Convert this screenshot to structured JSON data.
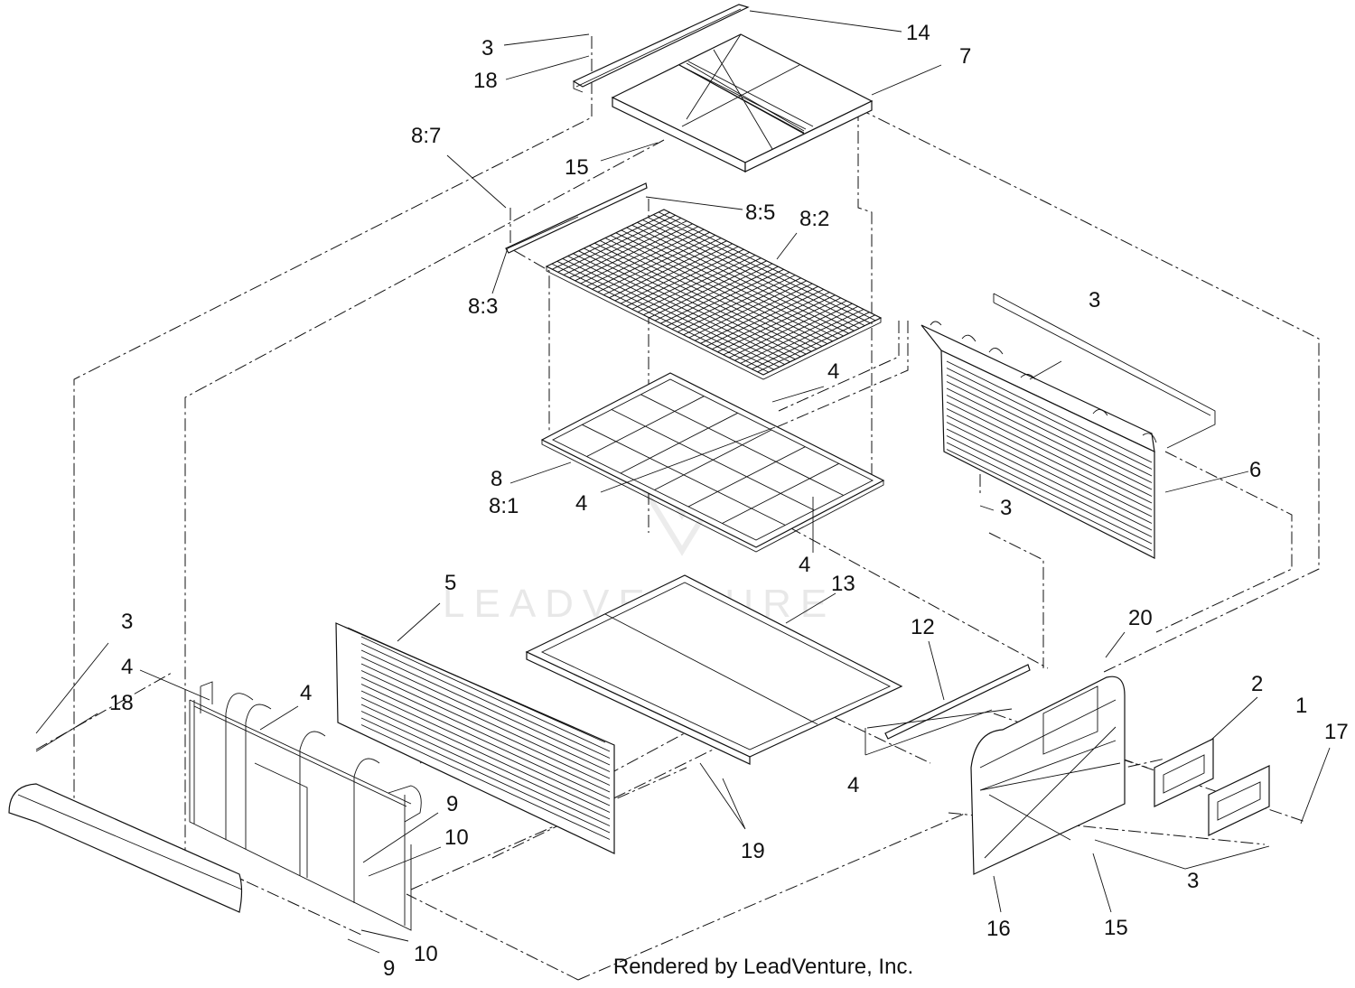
{
  "watermark": "LEADVENTURE",
  "credit": "Rendered by LeadVenture, Inc.",
  "callouts": {
    "c14": "14",
    "c3a": "3",
    "c18a": "18",
    "c7": "7",
    "c8_7": "8:7",
    "c15a": "15",
    "c8_5": "8:5",
    "c8_2": "8:2",
    "c8_3": "8:3",
    "c3b": "3",
    "c4a": "4",
    "c8": "8",
    "c8_1": "8:1",
    "c4b": "4",
    "c3c": "3",
    "c6": "6",
    "c4c": "4",
    "c5": "5",
    "c13": "13",
    "c12": "12",
    "c20": "20",
    "c3d": "3",
    "c4d": "4",
    "c18b": "18",
    "c4e": "4",
    "c2": "2",
    "c1": "1",
    "c17": "17",
    "c4f": "4",
    "c9a": "9",
    "c10a": "10",
    "c19": "19",
    "c3e": "3",
    "c16": "16",
    "c15b": "15",
    "c10b": "10",
    "c9b": "9"
  }
}
